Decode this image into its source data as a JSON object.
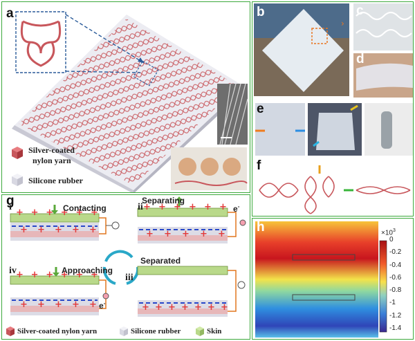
{
  "panels": {
    "a": {
      "label": "a"
    },
    "b": {
      "label": "b"
    },
    "c": {
      "label": "c"
    },
    "d": {
      "label": "d"
    },
    "e": {
      "label": "e"
    },
    "f": {
      "label": "f"
    },
    "g": {
      "label": "g"
    },
    "h": {
      "label": "h"
    }
  },
  "legend_a": {
    "yarn_line1": "Silver-coated",
    "yarn_line2": "nylon yarn",
    "rubber": "Silicone rubber"
  },
  "panel_g": {
    "step_i": "i",
    "step_ii": "ii",
    "step_iii": "iii",
    "step_iv": "iv",
    "contacting": "Contacting",
    "separating": "Separating",
    "separated": "Separated",
    "approaching": "Approaching",
    "electron": "e",
    "electron_sup": "-",
    "legend_yarn": "Silver-coated nylon yarn",
    "legend_rubber": "Silicone rubber",
    "legend_skin": "Skin"
  },
  "panel_h": {
    "scale_exp": "×10",
    "scale_sup": "3",
    "ticks": [
      "0",
      "-0.2",
      "-0.4",
      "-0.6",
      "-0.8",
      "-1",
      "-1.2",
      "-1.4"
    ]
  },
  "colors": {
    "panel_border": "#3aa83a",
    "yarn": "#c8575c",
    "rubber": "#dcdce6",
    "skin": "#b9d98a",
    "charge_plus": "#e33b3b",
    "charge_minus": "#2747c9",
    "arrow_green": "#5aa83a",
    "lead_orange": "#e0761e"
  }
}
